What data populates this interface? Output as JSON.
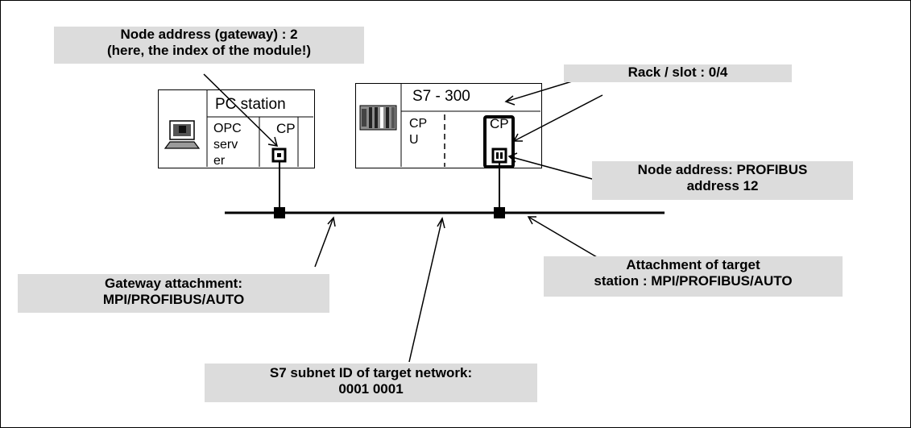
{
  "callouts": {
    "node_gateway": {
      "line1": "Node address (gateway) : 2",
      "line2": "(here, the index of the module!)"
    },
    "rack_slot": {
      "line1": "Rack / slot : 0/4"
    },
    "node_profibus": {
      "line1": "Node address: PROFIBUS",
      "line2": "address 12"
    },
    "attach_target": {
      "line1": "Attachment of target",
      "line2": "station : MPI/PROFIBUS/AUTO"
    },
    "gateway_attach": {
      "line1": "Gateway attachment:",
      "line2": "MPI/PROFIBUS/AUTO"
    },
    "subnet_id": {
      "line1": "S7 subnet ID of target network:",
      "line2": "0001 0001"
    }
  },
  "pc_station": {
    "title": "PC station",
    "opc_line1": "OPC",
    "opc_line2": "serv",
    "opc_line3": "er",
    "cp_label": "CP",
    "icon": "computer-icon"
  },
  "s7_station": {
    "title": "S7  -  300",
    "cpu_line1": "CP",
    "cpu_line2": "U",
    "cp_label": "CP",
    "icon": "plc-rack-icon"
  },
  "colors": {
    "callout_bg": "#dcdcdc",
    "line": "#000000"
  }
}
